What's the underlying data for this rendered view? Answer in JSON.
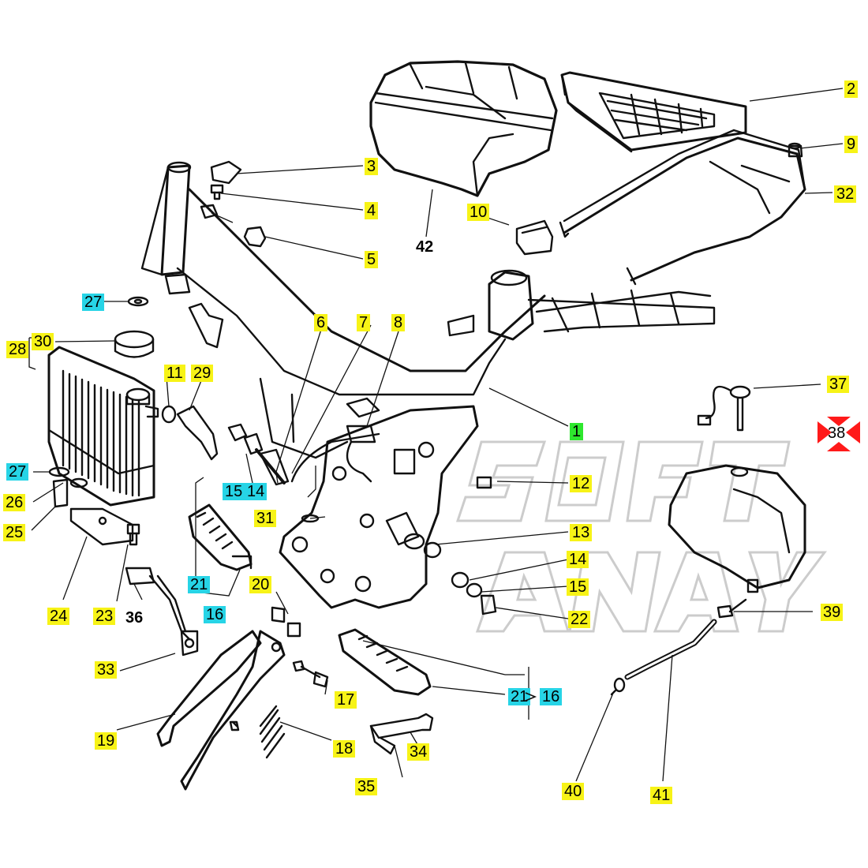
{
  "colors": {
    "yellow": "#f7f317",
    "cyan": "#27d4e6",
    "green": "#2ee82e",
    "red": "#ff1a1a",
    "line": "#111111",
    "watermark": "#c8c8c8"
  },
  "icons": {
    "selection_marker": "red-hourglass-crosshair-icon"
  },
  "callouts": [
    {
      "id": "1",
      "text": "1",
      "hl": "green"
    },
    {
      "id": "2",
      "text": "2",
      "hl": "yellow"
    },
    {
      "id": "3",
      "text": "3",
      "hl": "yellow"
    },
    {
      "id": "4",
      "text": "4",
      "hl": "yellow"
    },
    {
      "id": "5",
      "text": "5",
      "hl": "yellow"
    },
    {
      "id": "6",
      "text": "6",
      "hl": "yellow"
    },
    {
      "id": "7",
      "text": "7",
      "hl": "yellow"
    },
    {
      "id": "8",
      "text": "8",
      "hl": "yellow"
    },
    {
      "id": "9",
      "text": "9",
      "hl": "yellow"
    },
    {
      "id": "10",
      "text": "10",
      "hl": "yellow"
    },
    {
      "id": "11",
      "text": "11",
      "hl": "yellow"
    },
    {
      "id": "12",
      "text": "12",
      "hl": "yellow"
    },
    {
      "id": "13",
      "text": "13",
      "hl": "yellow"
    },
    {
      "id": "14a",
      "text": "14",
      "hl": "cyan"
    },
    {
      "id": "14b",
      "text": "14",
      "hl": "yellow"
    },
    {
      "id": "15a",
      "text": "15",
      "hl": "cyan"
    },
    {
      "id": "15b",
      "text": "15",
      "hl": "yellow"
    },
    {
      "id": "16a",
      "text": "16",
      "hl": "cyan"
    },
    {
      "id": "16b",
      "text": "16",
      "hl": "cyan"
    },
    {
      "id": "17",
      "text": "17",
      "hl": "yellow"
    },
    {
      "id": "18",
      "text": "18",
      "hl": "yellow"
    },
    {
      "id": "19",
      "text": "19",
      "hl": "yellow"
    },
    {
      "id": "20",
      "text": "20",
      "hl": "yellow"
    },
    {
      "id": "21a",
      "text": "21",
      "hl": "cyan"
    },
    {
      "id": "21b",
      "text": "21",
      "hl": "cyan"
    },
    {
      "id": "22",
      "text": "22",
      "hl": "yellow"
    },
    {
      "id": "23",
      "text": "23",
      "hl": "yellow"
    },
    {
      "id": "24",
      "text": "24",
      "hl": "yellow"
    },
    {
      "id": "25",
      "text": "25",
      "hl": "yellow"
    },
    {
      "id": "26",
      "text": "26",
      "hl": "yellow"
    },
    {
      "id": "27a",
      "text": "27",
      "hl": "cyan"
    },
    {
      "id": "27b",
      "text": "27",
      "hl": "cyan"
    },
    {
      "id": "28",
      "text": "28",
      "hl": "yellow"
    },
    {
      "id": "29",
      "text": "29",
      "hl": "yellow"
    },
    {
      "id": "30",
      "text": "30",
      "hl": "yellow"
    },
    {
      "id": "31",
      "text": "31",
      "hl": "yellow"
    },
    {
      "id": "32",
      "text": "32",
      "hl": "yellow"
    },
    {
      "id": "33",
      "text": "33",
      "hl": "yellow"
    },
    {
      "id": "34",
      "text": "34",
      "hl": "yellow"
    },
    {
      "id": "35",
      "text": "35",
      "hl": "yellow"
    },
    {
      "id": "36",
      "text": "36",
      "hl": "none"
    },
    {
      "id": "37",
      "text": "37",
      "hl": "yellow"
    },
    {
      "id": "38",
      "text": "38",
      "hl": "none"
    },
    {
      "id": "39",
      "text": "39",
      "hl": "yellow"
    },
    {
      "id": "40",
      "text": "40",
      "hl": "yellow"
    },
    {
      "id": "41",
      "text": "41",
      "hl": "yellow"
    },
    {
      "id": "42",
      "text": "42",
      "hl": "none"
    }
  ]
}
